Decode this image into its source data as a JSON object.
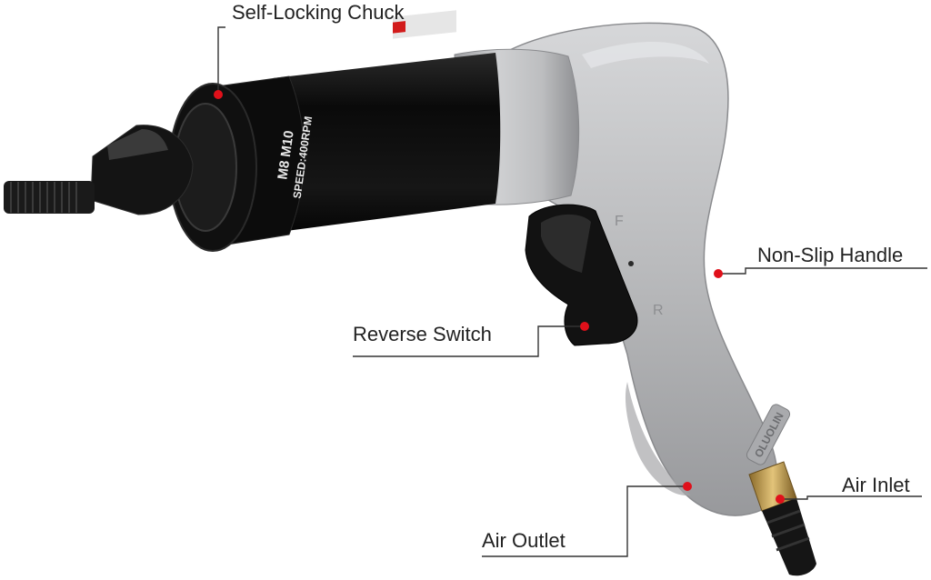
{
  "callouts": {
    "chuck": "Self-Locking Chuck",
    "handle": "Non-Slip Handle",
    "reverse": "Reverse Switch",
    "inlet": "Air Inlet",
    "outlet": "Air Outlet"
  },
  "tool_markings": {
    "size": "M8  M10",
    "speed": "SPEED:400RPM",
    "forward": "F",
    "reverse": "R",
    "brand": "OLUOLIN"
  },
  "colors": {
    "callout_dot": "#e0101a",
    "leader_line": "#333333",
    "body_gray": "#b4b5b7",
    "barrel_black": "#121212"
  }
}
